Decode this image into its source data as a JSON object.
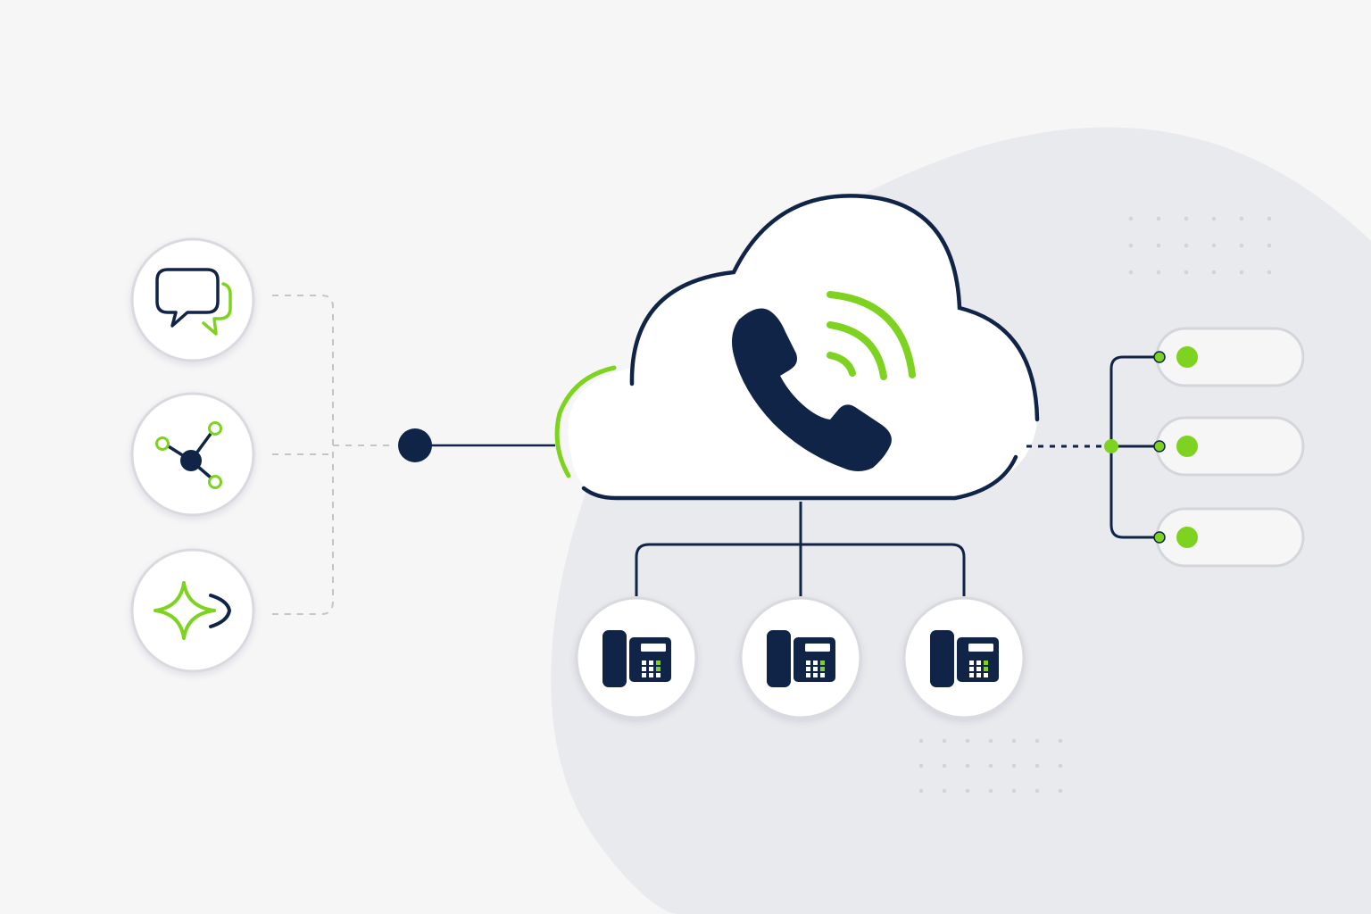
{
  "colors": {
    "background": "#f6f6f7",
    "blob": "#e9eaee",
    "navy": "#0f2446",
    "green": "#7ed321",
    "circle_border": "#d9dadf",
    "pill_border": "#d5d6db",
    "connector_dashed": "#c3c5cb",
    "dots": "#d3d4d9",
    "white": "#ffffff"
  },
  "diagram": {
    "center": {
      "name": "cloud",
      "icon": "phone-handset-icon",
      "signal": "signal-waves-icon"
    },
    "inputs": [
      {
        "name": "chat",
        "icon": "chat-bubbles-icon"
      },
      {
        "name": "network",
        "icon": "network-nodes-icon"
      },
      {
        "name": "ai",
        "icon": "sparkle-icon"
      }
    ],
    "desk_phones": [
      {
        "name": "desk-phone-1",
        "icon": "desk-phone-icon"
      },
      {
        "name": "desk-phone-2",
        "icon": "desk-phone-icon"
      },
      {
        "name": "desk-phone-3",
        "icon": "desk-phone-icon"
      }
    ],
    "outputs": [
      {
        "name": "endpoint-1",
        "status": "active"
      },
      {
        "name": "endpoint-2",
        "status": "active"
      },
      {
        "name": "endpoint-3",
        "status": "active"
      }
    ]
  }
}
